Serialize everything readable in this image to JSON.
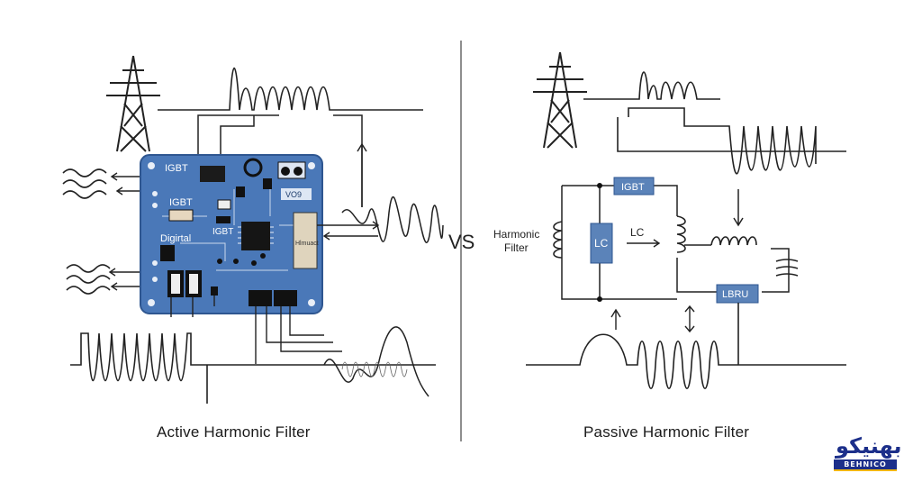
{
  "active": {
    "caption": "Active Harmonic Filter",
    "board_labels": {
      "igbt_top": "IGBT",
      "igbt_mid": "IGBT",
      "igbt_center": "IGBT",
      "digital": "Digirtal",
      "vo9": "VO9",
      "module": "Hlmuact"
    }
  },
  "vs": "VS",
  "passive": {
    "caption": "Passive Harmonic Filter",
    "harmonic_filter_line1": "Harmonic",
    "harmonic_filter_line2": "Filter",
    "igbt": "IGBT",
    "lc_box": "LC",
    "lc_arrow": "LC",
    "lbru": "LBRU"
  },
  "logo": {
    "main_text": "بهنیکو",
    "sub_text": "BEHNICO"
  },
  "colors": {
    "board_blue": "#4a78b8",
    "box_blue": "#5b83b9",
    "line": "#222222",
    "logo_blue": "#1c2f8a"
  }
}
